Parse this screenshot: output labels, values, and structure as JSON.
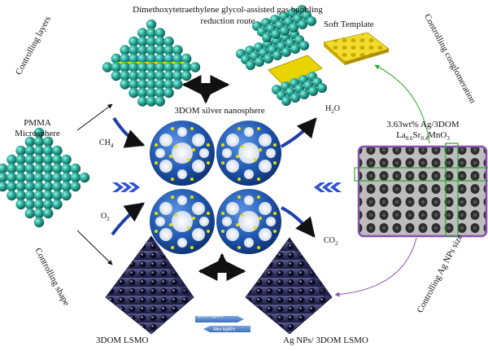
{
  "title": {
    "line1": "Dimethoxytetraethylene glycol-assisted gas bubbling",
    "line2": "reduction route"
  },
  "labels": {
    "soft_template": "Soft Template",
    "silver_nanosphere": "3DOM silver nanosphere",
    "pmma_line1": "PMMA",
    "pmma_line2": "Microsphere",
    "ch4": "CH",
    "ch4_sub": "4",
    "o2": "O",
    "o2_sub": "2",
    "h2o_a": "H",
    "h2o_sub": "2",
    "h2o_b": "O",
    "co2": "CO",
    "co2_sub": "2",
    "sample_line1": "3.63wt% Ag/3DOM",
    "sample_la": "La",
    "sample_la_sub": "0.6",
    "sample_sr": "Sr",
    "sample_sr_sub": "0.4",
    "sample_mno": "MnO",
    "sample_mno_sub": "3",
    "lsmo": "3DOM LSMO",
    "ag_lsmo": "Ag NPs/ 3DOM LSMO",
    "before": "Before AgNPs",
    "after": "After AgNPs"
  },
  "side_labels": {
    "controlling_layers": "Controlling layers",
    "controlling_conglomeration": "Controlling conglomeration",
    "controlling_shape": "Controlling shape",
    "controlling_size": "Controlling Ag NPs size"
  },
  "colors": {
    "teal": "#2fb3a0",
    "teal_dark": "#157a6c",
    "silver_blue": "#2a62b8",
    "yellow": "#e8d400",
    "navy": "#2b2a5a",
    "purple_frame": "#8a4fb0",
    "green_line": "#2ba82b"
  }
}
